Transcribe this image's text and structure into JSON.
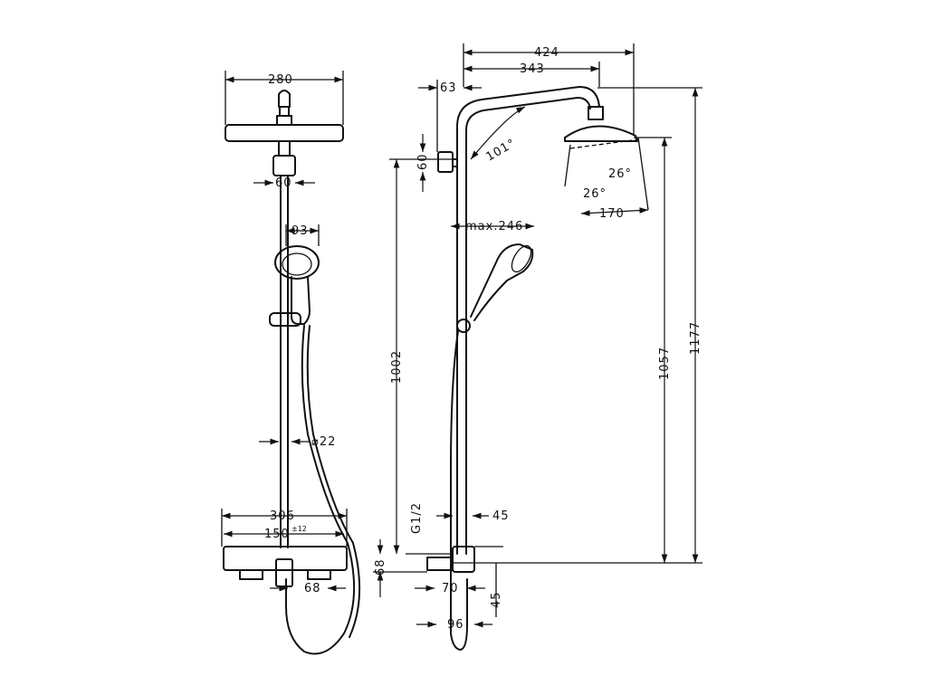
{
  "front_view": {
    "width_head": "280",
    "width_holder": "60",
    "handshower_diameter": "93",
    "hose_diameter": "⌀22",
    "width_thermostat": "306",
    "connection_spacing": "150",
    "connection_tolerance": "±12",
    "outlet_offset": "68"
  },
  "side_view": {
    "projection_total": "424",
    "projection_head": "343",
    "wall_offset": "63",
    "bracket_height": "60",
    "arm_angle": "101°",
    "head_tilt_right": "26°",
    "head_tilt_left": "26°",
    "head_width": "170",
    "max_handshower_reach": "max.246",
    "height_bracket": "1002",
    "height_head": "1057",
    "height_total": "1177",
    "thread": "G1/2",
    "bar_offset": "45",
    "outlet_height": "68",
    "outlet_depth": "70",
    "outlet_below": "45",
    "thermostat_depth": "96"
  }
}
